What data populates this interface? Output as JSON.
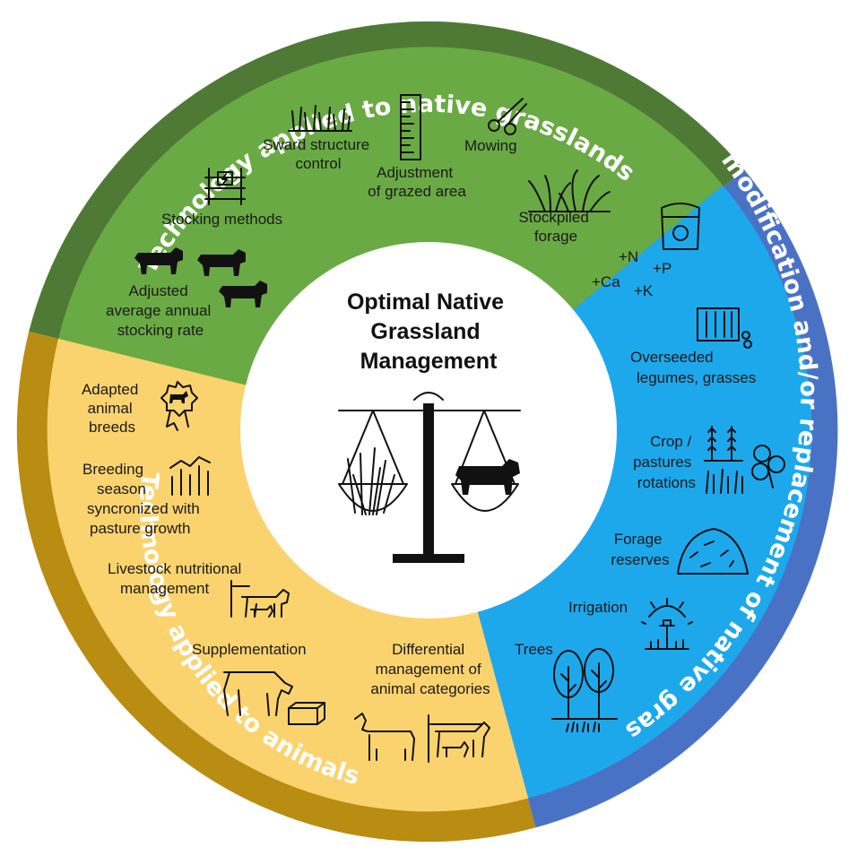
{
  "center": {
    "title_lines": [
      "Optimal Native",
      "Grassland",
      "Management"
    ]
  },
  "rings": {
    "top": "Technology applied to native grasslands",
    "left": "Technology applied to animals",
    "right": "Heavy modification and/or replacement of native grasslands"
  },
  "grasslands": {
    "sward": [
      "Sward structure",
      "control"
    ],
    "adjustment": [
      "Adjustment",
      "of grazed area"
    ],
    "mowing": "Mowing",
    "stocking_methods": "Stocking methods",
    "stockpiled": [
      "Stockpiled",
      "forage"
    ],
    "stocking_rate": [
      "Adjusted",
      "average annual",
      "stocking rate"
    ]
  },
  "animals": {
    "breeds": [
      "Adapted",
      "animal",
      "breeds"
    ],
    "breeding_season": [
      "Breeding",
      "season",
      "syncronized with",
      "pasture growth"
    ],
    "nutrition": [
      "Livestock nutritional",
      "management"
    ],
    "supplementation": "Supplementation",
    "differential": [
      "Differential",
      "management of",
      "animal categories"
    ]
  },
  "modification": {
    "nutrients": [
      "+N",
      "+P",
      "+Ca",
      "+K"
    ],
    "overseeded": [
      "Overseeded",
      "legumes, grasses"
    ],
    "rotations": [
      "Crop /",
      "pastures",
      "rotations"
    ],
    "reserves": [
      "Forage",
      "reserves"
    ],
    "irrigation": "Irrigation",
    "trees": "Trees"
  },
  "colors": {
    "ring_green": "#4f7a35",
    "ring_gold": "#b98c12",
    "ring_blue": "#4a72c4",
    "sector_green": "#6aaa44",
    "sector_yellow": "#fbd36e",
    "sector_blue": "#1ea8ec",
    "center": "#ffffff"
  },
  "icons": [
    "grass-icon",
    "ruler-icon",
    "scissors-icon",
    "electric-fence-icon",
    "cow-icon",
    "fertilizer-bag-icon",
    "seed-tray-icon",
    "clover-icon",
    "hay-pile-icon",
    "sprinkler-icon",
    "tree-icon",
    "medal-icon",
    "bar-chart-icon",
    "feed-box-icon",
    "balance-scale-icon"
  ]
}
